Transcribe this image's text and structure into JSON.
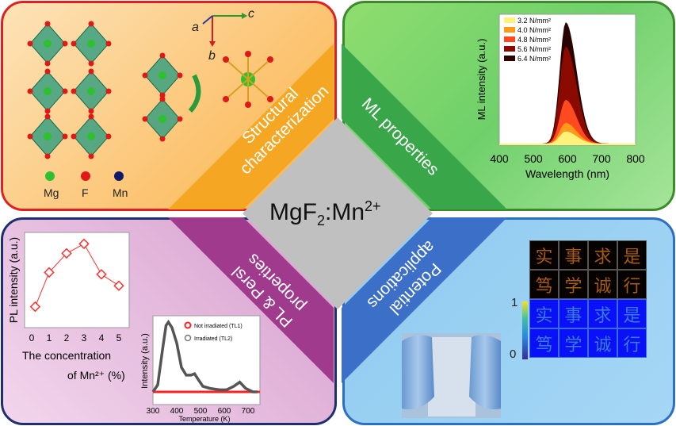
{
  "center_title": {
    "base": "MgF",
    "sub": "2",
    "mid": ":Mn",
    "sup": "2+"
  },
  "bands": {
    "structural": [
      "Structural",
      "characterization"
    ],
    "ml": [
      "ML  properties"
    ],
    "pl": [
      "PL & Persl",
      "properties"
    ],
    "applications": [
      "Potential",
      "applications"
    ]
  },
  "structure": {
    "axes": [
      "a",
      "b",
      "c"
    ],
    "legend": [
      "Mg",
      "F",
      "Mn"
    ]
  },
  "colors": {
    "orange": "#f5a623",
    "green": "#3aa64a",
    "purple": "#a03a8c",
    "blue": "#3c6fc8",
    "gray": "#c0c0c0"
  },
  "characters": {
    "row1": [
      "实",
      "事",
      "求",
      "是"
    ],
    "row2": [
      "笃",
      "学",
      "诚",
      "行"
    ]
  },
  "colorbar": {
    "max": "1",
    "min": "0"
  },
  "chart_data": [
    {
      "type": "area",
      "title": "",
      "xlabel": "Wavelength (nm)",
      "ylabel": "ML intensity (a.u.)",
      "xlim": [
        400,
        800
      ],
      "xticks": [
        "400",
        "500",
        "600",
        "700",
        "800"
      ],
      "series": [
        {
          "name": "3.2 N/mm²",
          "peak": 0.1,
          "color": "#fff27a"
        },
        {
          "name": "4.0 N/mm²",
          "peak": 0.17,
          "color": "#ff9a1a"
        },
        {
          "name": "4.8 N/mm²",
          "peak": 0.36,
          "color": "#ff4a20"
        },
        {
          "name": "5.6 N/mm²",
          "peak": 0.8,
          "color": "#8a0a00"
        },
        {
          "name": "6.4 N/mm²",
          "peak": 1.0,
          "color": "#2a0400"
        }
      ],
      "peak_wavelength": 595
    },
    {
      "type": "line",
      "xlabel": [
        "The concentration",
        "of Mn²⁺ (%)"
      ],
      "ylabel": "PL intensity (a.u.)",
      "x": [
        0.2,
        1,
        2,
        3,
        4,
        5
      ],
      "y": [
        0.22,
        0.58,
        0.78,
        0.88,
        0.56,
        0.44
      ],
      "xticks": [
        "0",
        "1",
        "2",
        "3",
        "4",
        "5"
      ],
      "color": "#ff3030"
    },
    {
      "type": "line",
      "xlabel": "Temperature (K)",
      "ylabel": "Intensity (a.u.)",
      "xticks": [
        "300",
        "400",
        "500",
        "600",
        "700"
      ],
      "series": [
        {
          "name": "Not irradiated (TL1)",
          "color": "#ff2020"
        },
        {
          "name": "Irradiated (TL2)",
          "color": "#555555",
          "x": [
            300,
            320,
            340,
            355,
            365,
            380,
            400,
            420,
            440,
            460,
            475,
            490,
            510,
            540,
            580,
            610,
            640,
            665,
            690,
            720,
            740
          ],
          "y": [
            0,
            0.1,
            0.6,
            0.95,
            1.0,
            0.92,
            0.7,
            0.35,
            0.24,
            0.24,
            0.26,
            0.18,
            0.08,
            0.05,
            0.03,
            0.03,
            0.08,
            0.14,
            0.05,
            0,
            0
          ]
        }
      ]
    }
  ]
}
